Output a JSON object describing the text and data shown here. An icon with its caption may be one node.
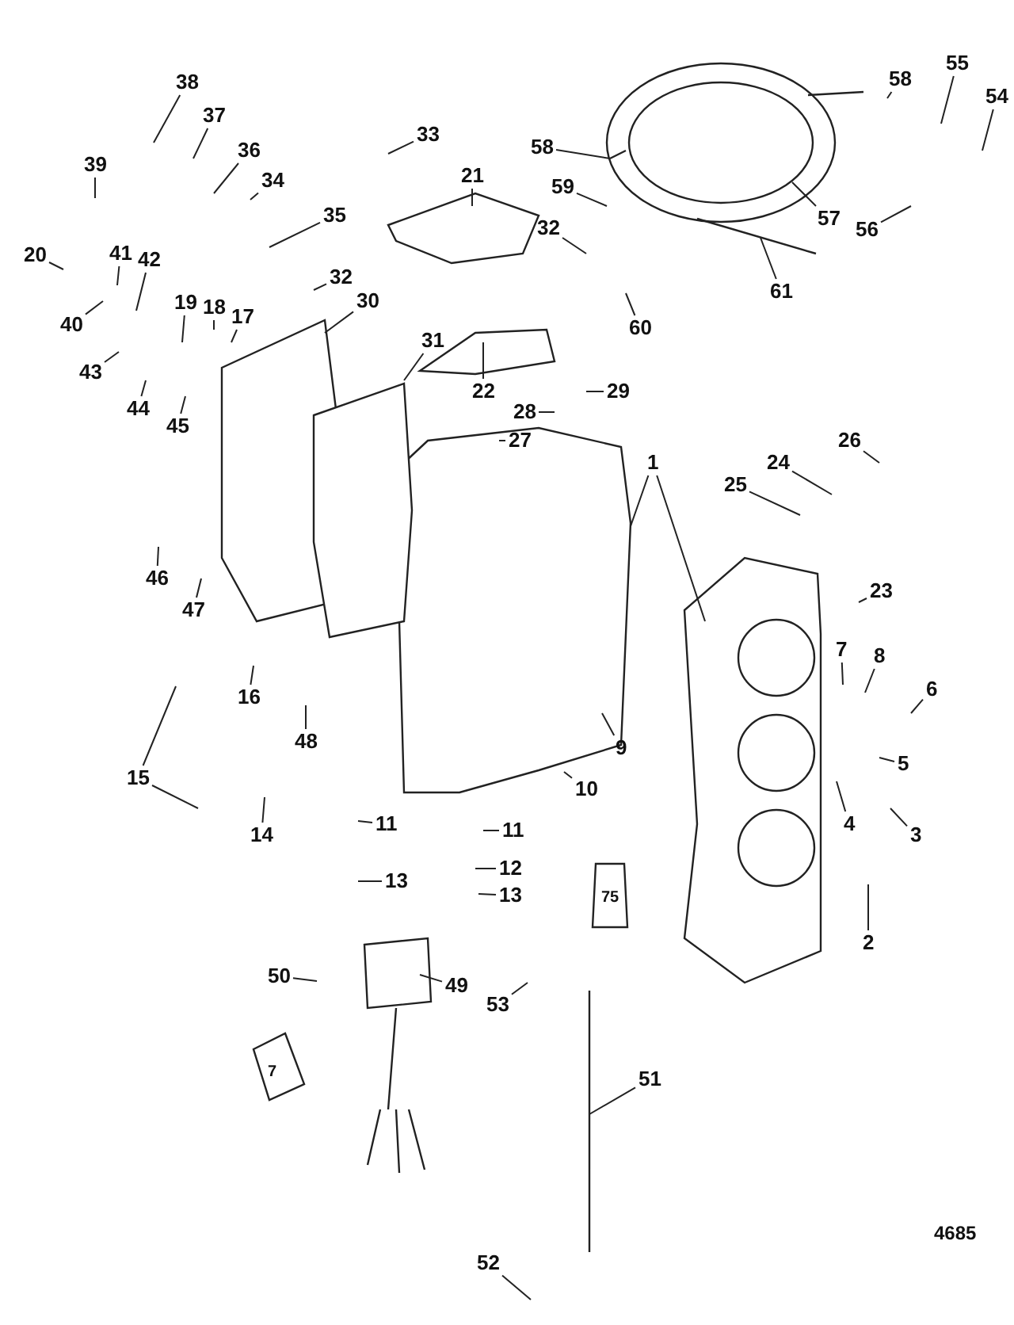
{
  "diagram": {
    "nodes": [
      {
        "text": [
          "1"
        ]
      },
      {
        "text": [
          "2"
        ]
      },
      {
        "text": [
          "3"
        ]
      },
      {
        "text": [
          "4"
        ]
      },
      {
        "text": [
          "5"
        ]
      },
      {
        "text": [
          "6"
        ]
      },
      {
        "text": [
          "7"
        ]
      },
      {
        "text": [
          "8"
        ]
      },
      {
        "text": [
          "9"
        ]
      },
      {
        "text": [
          "10"
        ]
      },
      {
        "text": [
          "11"
        ]
      },
      {
        "text": [
          "11"
        ]
      },
      {
        "text": [
          "12"
        ]
      },
      {
        "text": [
          "13"
        ]
      },
      {
        "text": [
          "13"
        ]
      },
      {
        "text": [
          "14"
        ]
      },
      {
        "text": [
          "15"
        ]
      },
      {
        "text": [
          "16"
        ]
      },
      {
        "text": [
          "17"
        ]
      },
      {
        "text": [
          "18"
        ]
      },
      {
        "text": [
          "19"
        ]
      },
      {
        "text": [
          "20"
        ]
      },
      {
        "text": [
          "21"
        ]
      },
      {
        "text": [
          "22"
        ]
      },
      {
        "text": [
          "23"
        ]
      },
      {
        "text": [
          "24"
        ]
      },
      {
        "text": [
          "25"
        ]
      },
      {
        "text": [
          "26"
        ]
      },
      {
        "text": [
          "27"
        ]
      },
      {
        "text": [
          "28"
        ]
      },
      {
        "text": [
          "29"
        ]
      },
      {
        "text": [
          "30"
        ]
      },
      {
        "text": [
          "31"
        ]
      },
      {
        "text": [
          "32"
        ]
      },
      {
        "text": [
          "32"
        ]
      },
      {
        "text": [
          "33"
        ]
      },
      {
        "text": [
          "34"
        ]
      },
      {
        "text": [
          "35"
        ]
      },
      {
        "text": [
          "36"
        ]
      },
      {
        "text": [
          "37"
        ]
      },
      {
        "text": [
          "38"
        ]
      },
      {
        "text": [
          "39"
        ]
      },
      {
        "text": [
          "40"
        ]
      },
      {
        "text": [
          "41"
        ]
      },
      {
        "text": [
          "42"
        ]
      },
      {
        "text": [
          "43"
        ]
      },
      {
        "text": [
          "44"
        ]
      },
      {
        "text": [
          "45"
        ]
      },
      {
        "text": [
          "46"
        ]
      },
      {
        "text": [
          "47"
        ]
      },
      {
        "text": [
          "48"
        ]
      },
      {
        "text": [
          "49"
        ]
      },
      {
        "text": [
          "50"
        ]
      },
      {
        "text": [
          "51"
        ]
      },
      {
        "text": [
          "52"
        ]
      },
      {
        "text": [
          "53"
        ]
      },
      {
        "text": [
          "54"
        ]
      },
      {
        "text": [
          "55"
        ]
      },
      {
        "text": [
          "56"
        ]
      },
      {
        "text": [
          "57"
        ]
      },
      {
        "text": [
          "58"
        ]
      },
      {
        "text": [
          "58"
        ]
      },
      {
        "text": [
          "59"
        ]
      },
      {
        "text": [
          "60"
        ]
      },
      {
        "text": [
          "61"
        ]
      }
    ],
    "edges": [
      {
        "from": 0,
        "to": null,
        "arrow": "none"
      },
      {
        "from": 0,
        "to": null,
        "arrow": "none"
      },
      {
        "from": 1,
        "to": null,
        "arrow": "none"
      },
      {
        "from": 2,
        "to": null,
        "arrow": "none"
      },
      {
        "from": 3,
        "to": null,
        "arrow": "none"
      },
      {
        "from": 4,
        "to": null,
        "arrow": "none"
      },
      {
        "from": 5,
        "to": null,
        "arrow": "none"
      },
      {
        "from": 6,
        "to": null,
        "arrow": "none"
      },
      {
        "from": 7,
        "to": null,
        "arrow": "none"
      },
      {
        "from": 8,
        "to": null,
        "arrow": "none"
      },
      {
        "from": 9,
        "to": null,
        "arrow": "none"
      },
      {
        "from": 10,
        "to": null,
        "arrow": "none"
      },
      {
        "from": 11,
        "to": null,
        "arrow": "none"
      },
      {
        "from": 12,
        "to": null,
        "arrow": "none"
      },
      {
        "from": 13,
        "to": null,
        "arrow": "none"
      },
      {
        "from": 14,
        "to": null,
        "arrow": "none"
      },
      {
        "from": 15,
        "to": null,
        "arrow": "none"
      },
      {
        "from": 16,
        "to": null,
        "arrow": "none"
      },
      {
        "from": 16,
        "to": null,
        "arrow": "none"
      },
      {
        "from": 17,
        "to": null,
        "arrow": "none"
      },
      {
        "from": 18,
        "to": null,
        "arrow": "none"
      },
      {
        "from": 19,
        "to": null,
        "arrow": "none"
      },
      {
        "from": 20,
        "to": null,
        "arrow": "none"
      },
      {
        "from": 21,
        "to": null,
        "arrow": "none"
      },
      {
        "from": 22,
        "to": null,
        "arrow": "none"
      },
      {
        "from": 23,
        "to": null,
        "arrow": "none"
      },
      {
        "from": 24,
        "to": null,
        "arrow": "none"
      },
      {
        "from": 25,
        "to": null,
        "arrow": "none"
      },
      {
        "from": 26,
        "to": null,
        "arrow": "none"
      },
      {
        "from": 27,
        "to": null,
        "arrow": "none"
      },
      {
        "from": 28,
        "to": null,
        "arrow": "none"
      },
      {
        "from": 29,
        "to": null,
        "arrow": "none"
      },
      {
        "from": 30,
        "to": null,
        "arrow": "none"
      },
      {
        "from": 31,
        "to": null,
        "arrow": "none"
      },
      {
        "from": 32,
        "to": null,
        "arrow": "none"
      },
      {
        "from": 33,
        "to": null,
        "arrow": "none"
      },
      {
        "from": 34,
        "to": null,
        "arrow": "none"
      },
      {
        "from": 35,
        "to": null,
        "arrow": "none"
      },
      {
        "from": 36,
        "to": null,
        "arrow": "none"
      },
      {
        "from": 37,
        "to": null,
        "arrow": "none"
      },
      {
        "from": 38,
        "to": null,
        "arrow": "none"
      },
      {
        "from": 39,
        "to": null,
        "arrow": "none"
      },
      {
        "from": 40,
        "to": null,
        "arrow": "none"
      },
      {
        "from": 41,
        "to": null,
        "arrow": "none"
      },
      {
        "from": 42,
        "to": null,
        "arrow": "none"
      },
      {
        "from": 43,
        "to": null,
        "arrow": "none"
      },
      {
        "from": 44,
        "to": null,
        "arrow": "none"
      },
      {
        "from": 45,
        "to": null,
        "arrow": "none"
      },
      {
        "from": 46,
        "to": null,
        "arrow": "none"
      },
      {
        "from": 47,
        "to": null,
        "arrow": "none"
      },
      {
        "from": 48,
        "to": null,
        "arrow": "none"
      },
      {
        "from": 49,
        "to": null,
        "arrow": "none"
      },
      {
        "from": 50,
        "to": null,
        "arrow": "none"
      },
      {
        "from": 51,
        "to": null,
        "arrow": "none"
      },
      {
        "from": 52,
        "to": null,
        "arrow": "none"
      },
      {
        "from": 53,
        "to": null,
        "arrow": "none"
      },
      {
        "from": 54,
        "to": null,
        "arrow": "none"
      },
      {
        "from": 55,
        "to": null,
        "arrow": "none"
      },
      {
        "from": 56,
        "to": null,
        "arrow": "none"
      },
      {
        "from": 57,
        "to": null,
        "arrow": "none"
      },
      {
        "from": 58,
        "to": null,
        "arrow": "none"
      },
      {
        "from": 59,
        "to": null,
        "arrow": "none"
      },
      {
        "from": 60,
        "to": null,
        "arrow": "none"
      },
      {
        "from": 61,
        "to": null,
        "arrow": "none"
      },
      {
        "from": 62,
        "to": null,
        "arrow": "none"
      },
      {
        "from": 63,
        "to": null,
        "arrow": "none"
      },
      {
        "from": 64,
        "to": null,
        "arrow": "none"
      }
    ],
    "labels": [
      "75",
      "7",
      "4685"
    ]
  }
}
